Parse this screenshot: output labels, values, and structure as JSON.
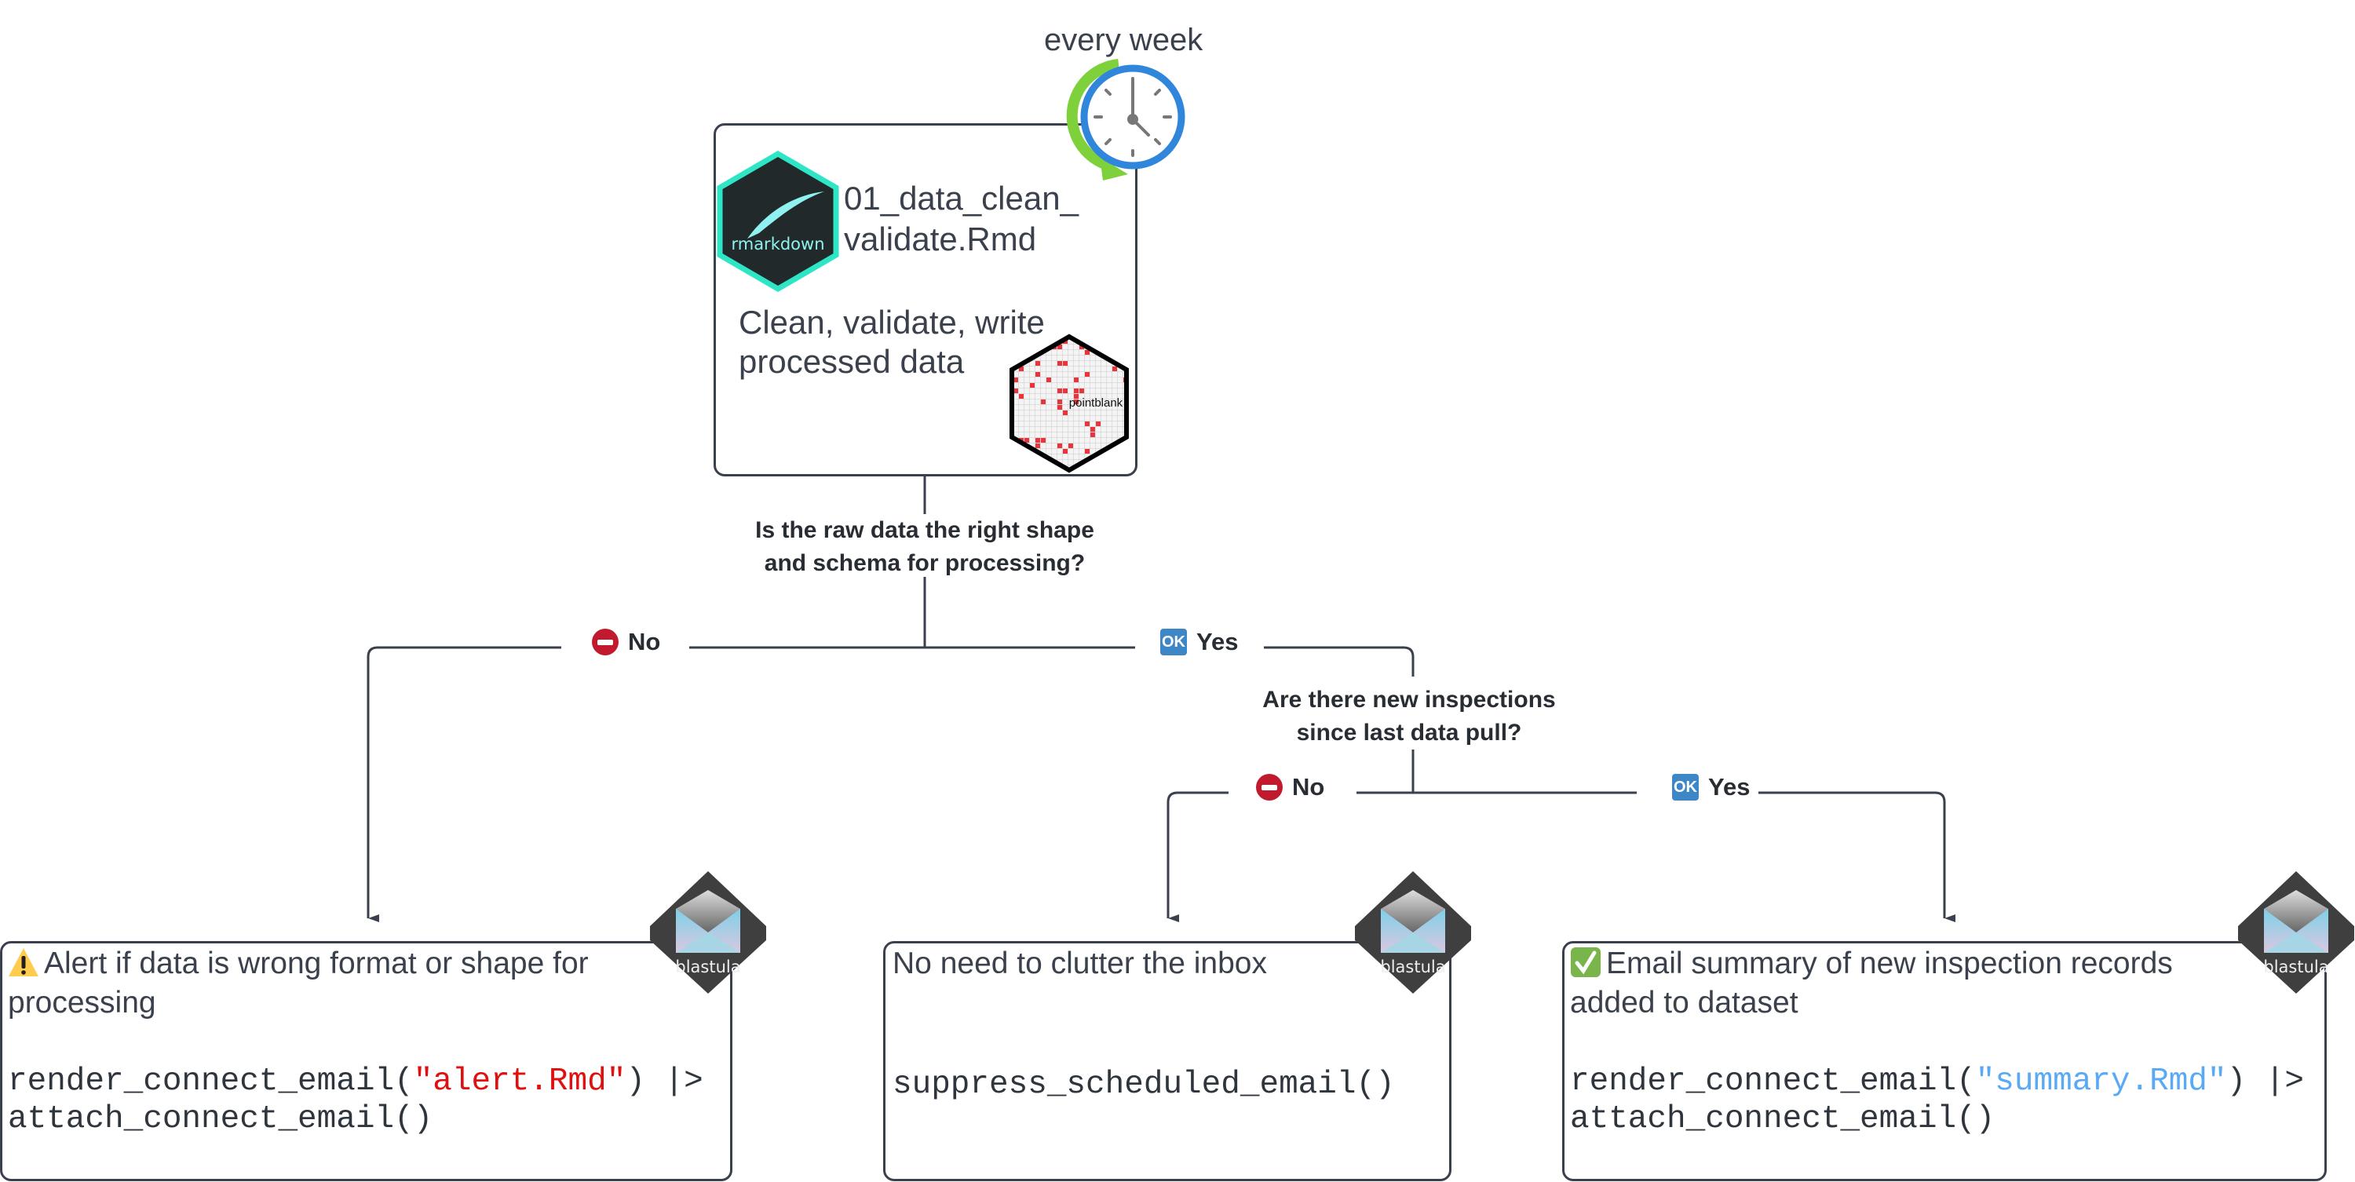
{
  "schedule": {
    "label": "every week",
    "icon": "recurring-clock-icon"
  },
  "top_box": {
    "title_line1": "01_data_clean_",
    "title_line2": "validate.Rmd",
    "desc_line1": "Clean, validate, write",
    "desc_line2": "processed data",
    "logo_rmarkdown": "rmarkdown",
    "logo_pointblank": "pointblank"
  },
  "decision1": {
    "line1": "Is the raw data the right shape",
    "line2": "and schema for processing?",
    "no_label": "No",
    "yes_label": "Yes"
  },
  "decision2": {
    "line1": "Are there new inspections",
    "line2": "since last data pull?",
    "no_label": "No",
    "yes_label": "Yes"
  },
  "ok_icon_text": "OK",
  "boxes": [
    {
      "title_line1": "Alert if data is wrong format or shape for",
      "title_line2": "processing",
      "icon": "warning-icon",
      "code_pre": "render_connect_email(",
      "code_arg": "\"alert.Rmd\"",
      "code_post": ") |>",
      "code_line2": "attach_connect_email()",
      "arg_color": "#e01010",
      "logo": "blastula"
    },
    {
      "title_line1": "No need to clutter the inbox",
      "code_line1": "suppress_scheduled_email()",
      "logo": "blastula"
    },
    {
      "title_line1": "Email summary of new inspection records",
      "title_line2": "added to dataset",
      "icon": "check-mark-icon",
      "code_pre": "render_connect_email(",
      "code_arg": "\"summary.Rmd\"",
      "code_post": ") |>",
      "code_line2": "attach_connect_email()",
      "arg_color": "#5aa9f5",
      "logo": "blastula"
    }
  ],
  "colors": {
    "line": "#3a414c",
    "rmarkdown_teal": "#2ee6c6",
    "ok_blue": "#3d87c6",
    "stop_red": "#c11a2e",
    "check_green": "#79b54a",
    "warning_yellow": "#ffcc4d"
  }
}
